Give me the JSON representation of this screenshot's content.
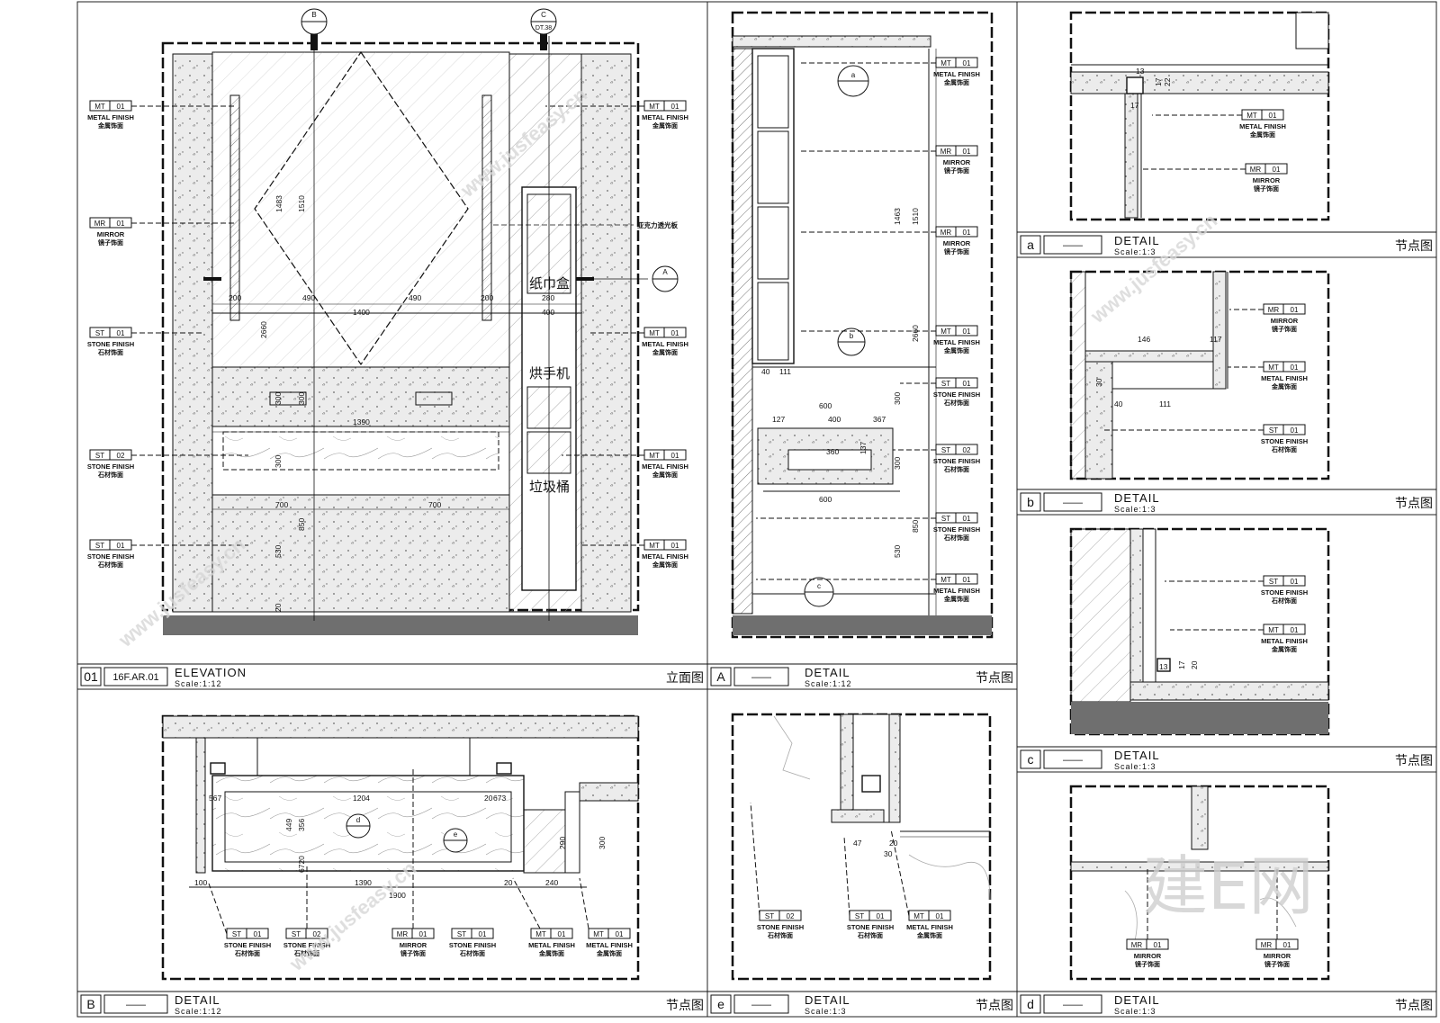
{
  "sheets": {
    "elevation_01": {
      "num": "01",
      "ref": "16F.AR.01",
      "title": "ELEVATION",
      "scale": "Scale:1:12",
      "cn": "立面图"
    },
    "detail_A": {
      "num": "A",
      "ref": "——",
      "title": "DETAIL",
      "scale": "Scale:1:12",
      "cn": "节点图"
    },
    "detail_a": {
      "num": "a",
      "ref": "——",
      "title": "DETAIL",
      "scale": "Scale:1:3",
      "cn": "节点图"
    },
    "detail_b": {
      "num": "b",
      "ref": "——",
      "title": "DETAIL",
      "scale": "Scale:1:3",
      "cn": "节点图"
    },
    "detail_c": {
      "num": "c",
      "ref": "——",
      "title": "DETAIL",
      "scale": "Scale:1:3",
      "cn": "节点图"
    },
    "detail_B": {
      "num": "B",
      "ref": "——",
      "title": "DETAIL",
      "scale": "Scale:1:12",
      "cn": "节点图"
    },
    "detail_e": {
      "num": "e",
      "ref": "——",
      "title": "DETAIL",
      "scale": "Scale:1:3",
      "cn": "节点图"
    },
    "detail_d": {
      "num": "d",
      "ref": "——",
      "title": "DETAIL",
      "scale": "Scale:1:3",
      "cn": "节点图"
    }
  },
  "materials": {
    "MT": {
      "code": "MT",
      "num": "01",
      "en": "METAL FINISH",
      "cn": "金属饰面"
    },
    "MR": {
      "code": "MR",
      "num": "01",
      "en": "MIRROR",
      "cn": "镜子饰面"
    },
    "ST01": {
      "code": "ST",
      "num": "01",
      "en": "STONE FINISH",
      "cn": "石材饰面"
    },
    "ST02": {
      "code": "ST",
      "num": "02",
      "en": "STONE FINISH",
      "cn": "石材饰面"
    }
  },
  "elevation_labels": {
    "section_B": "B",
    "section_C": "C",
    "section_C_ref": "DT.38",
    "section_A": "A",
    "tissue_box": "纸巾盒",
    "hand_dryer": "烘手机",
    "trash_bin": "垃圾桶",
    "acrylic_note": "亚克力透光板"
  },
  "elevation_dims": [
    "1483",
    "1510",
    "200",
    "490",
    "1400",
    "490",
    "200",
    "280",
    "400",
    "2660",
    "300",
    "300",
    "1390",
    "300",
    "700",
    "700",
    "850",
    "530",
    "20"
  ],
  "detail_A_dims": [
    "1463",
    "1510",
    "2660",
    "300",
    "300",
    "850",
    "530",
    "127",
    "400",
    "367",
    "360",
    "137",
    "600",
    "600",
    "40",
    "111"
  ],
  "detail_A_callouts": [
    "a",
    "b",
    "c"
  ],
  "detail_a_dims": [
    "13",
    "17",
    "22",
    "17"
  ],
  "detail_b_dims": [
    "146",
    "117",
    "30",
    "40",
    "111"
  ],
  "detail_c_dims": [
    "13",
    "17",
    "20"
  ],
  "detail_B_dims": [
    "1204",
    "449",
    "356",
    "1390",
    "1900",
    "290",
    "300",
    "240",
    "100",
    "567",
    "20",
    "673",
    "20",
    "6720"
  ],
  "detail_B_callouts": [
    "d",
    "e"
  ],
  "detail_e_dims": [
    "47",
    "30",
    "20"
  ],
  "watermark": {
    "text": "www.jusfeasy.cn",
    "brand": "建E网"
  }
}
